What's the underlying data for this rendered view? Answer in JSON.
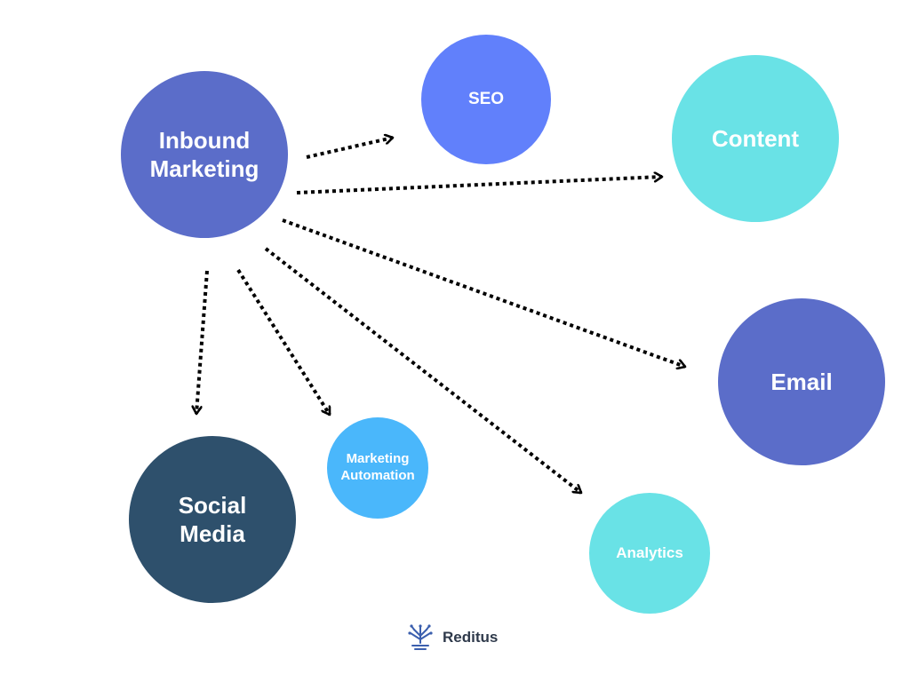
{
  "colors": {
    "inbound": "#5b6dc9",
    "seo": "#6180fb",
    "content": "#69e2e6",
    "email": "#5b6dc9",
    "social": "#2e506c",
    "automation": "#4ab7fb",
    "analytics": "#69e2e6",
    "arrow": "#000000",
    "brand": "#3b5fae"
  },
  "nodes": {
    "inbound": {
      "line1": "Inbound",
      "line2": "Marketing"
    },
    "seo": {
      "label": "SEO"
    },
    "content": {
      "label": "Content"
    },
    "email": {
      "label": "Email"
    },
    "social": {
      "line1": "Social",
      "line2": "Media"
    },
    "automation": {
      "line1": "Marketing",
      "line2": "Automation"
    },
    "analytics": {
      "label": "Analytics"
    }
  },
  "edges": [
    {
      "from": "Inbound Marketing",
      "to": "SEO"
    },
    {
      "from": "Inbound Marketing",
      "to": "Content"
    },
    {
      "from": "Inbound Marketing",
      "to": "Email"
    },
    {
      "from": "Inbound Marketing",
      "to": "Analytics"
    },
    {
      "from": "Inbound Marketing",
      "to": "Marketing Automation"
    },
    {
      "from": "Inbound Marketing",
      "to": "Social Media"
    }
  ],
  "brand": {
    "name": "Reditus",
    "icon": "tree-logo-icon"
  }
}
